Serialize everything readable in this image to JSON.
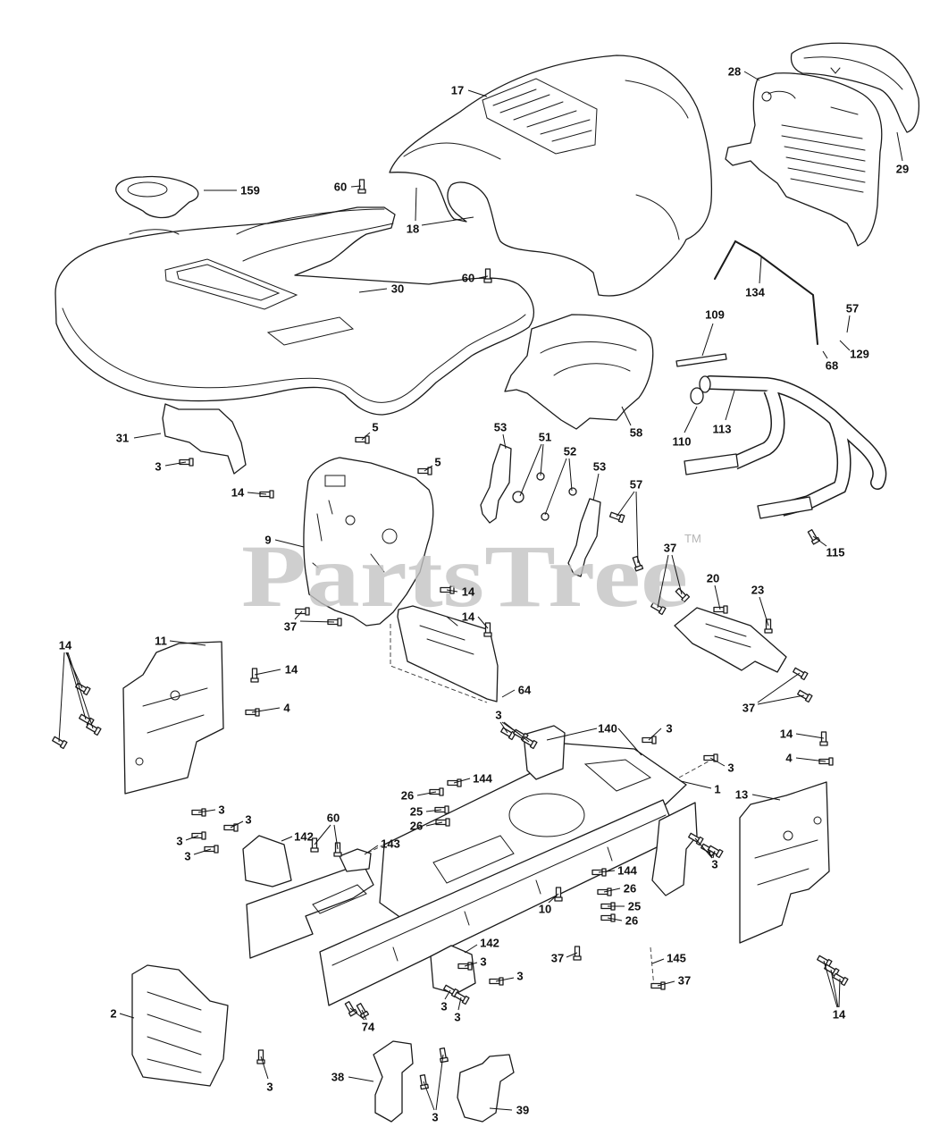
{
  "watermark": {
    "text": "PartsTree",
    "tm": "TM"
  },
  "callouts": [
    "17",
    "28",
    "29",
    "159",
    "60",
    "18",
    "60",
    "30",
    "134",
    "109",
    "57",
    "129",
    "68",
    "110",
    "113",
    "58",
    "31",
    "5",
    "5",
    "3",
    "53",
    "51",
    "52",
    "53",
    "57",
    "14",
    "9",
    "37",
    "115",
    "20",
    "23",
    "14",
    "14",
    "37",
    "11",
    "14",
    "14",
    "4",
    "64",
    "37",
    "3",
    "140",
    "3",
    "14",
    "4",
    "3",
    "1",
    "13",
    "144",
    "26",
    "25",
    "26",
    "3",
    "3",
    "60",
    "142",
    "3",
    "143",
    "3",
    "3",
    "144",
    "26",
    "25",
    "10",
    "26",
    "142",
    "3",
    "37",
    "145",
    "3",
    "37",
    "3",
    "3",
    "2",
    "74",
    "14",
    "3",
    "38",
    "3",
    "39"
  ]
}
